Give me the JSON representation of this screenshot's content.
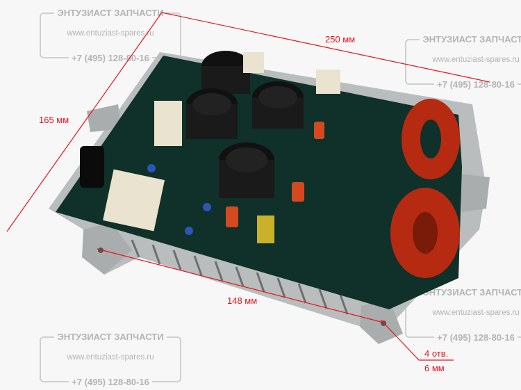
{
  "watermark": {
    "name": "ЭНТУЗИАСТ ЗАПЧАСТИ",
    "site": "www.entuziast-spares.ru",
    "phone": "+7 (495) 128-80-16"
  },
  "dimensions": {
    "length": "250 мм",
    "width": "165 мм",
    "hole_spacing": "148 мм",
    "holes_count": "4 отв.",
    "hole_diameter": "6 мм"
  },
  "colors": {
    "dimension_line": "#e8141c",
    "board": "#0f2a24",
    "copper": "#b52a10",
    "aluminum": "#b9bdbd"
  }
}
